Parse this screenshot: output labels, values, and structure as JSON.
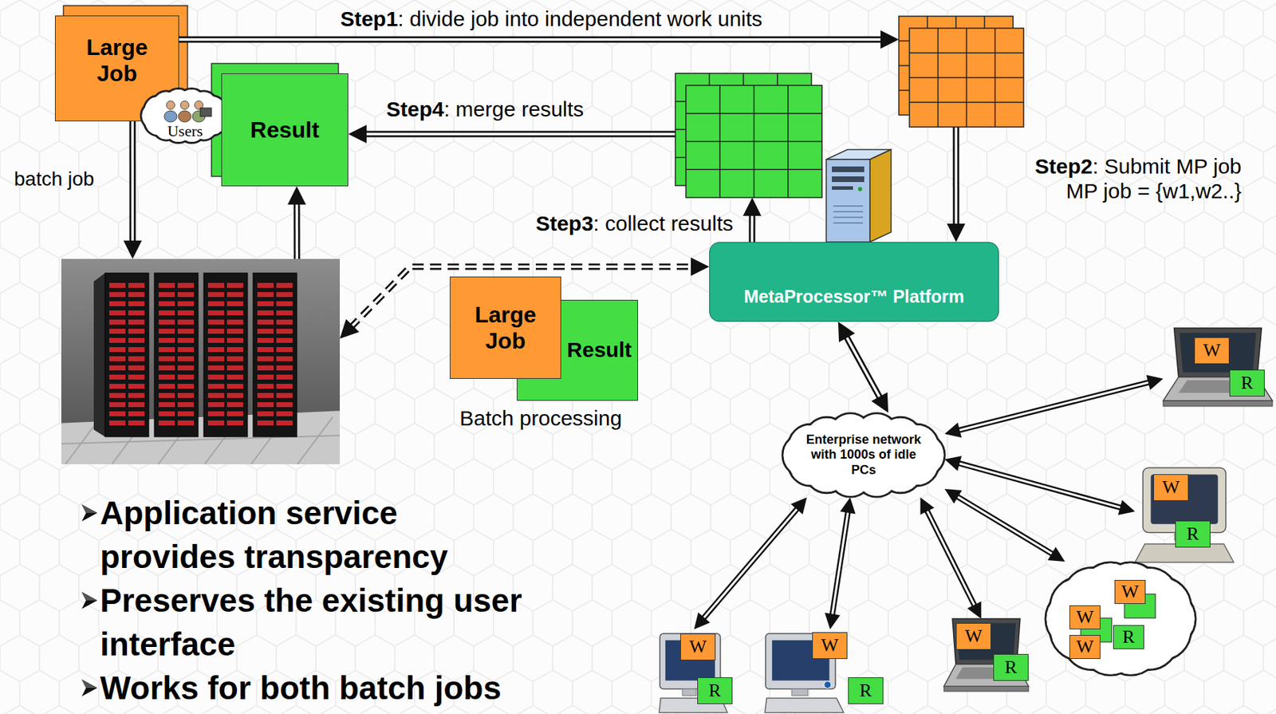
{
  "diagram": {
    "nodes": [
      {
        "text": [
          "Large Job"
        ]
      },
      {
        "text": [
          "Users"
        ]
      },
      {
        "text": [
          "Result"
        ]
      },
      {
        "text": []
      },
      {
        "text": []
      },
      {
        "text": []
      },
      {
        "text": [
          "MetaProcessor™ Platform"
        ]
      },
      {
        "text": [
          "Large Job"
        ]
      },
      {
        "text": [
          "Result"
        ]
      },
      {
        "text": [
          "Enterprise network with 1000s of idle PCs"
        ]
      },
      {
        "text": []
      },
      {
        "text": [
          "W"
        ],
        "in": 10
      },
      {
        "text": [
          "R"
        ],
        "in": 10
      },
      {
        "text": []
      },
      {
        "text": [
          "W"
        ],
        "in": 13
      },
      {
        "text": [
          "R"
        ],
        "in": 13
      },
      {
        "text": []
      },
      {
        "text": [
          "W"
        ],
        "in": 16
      },
      {
        "text": [
          "R"
        ],
        "in": 16
      },
      {
        "text": []
      },
      {
        "text": [
          "W"
        ],
        "in": 19
      },
      {
        "text": [
          "R"
        ],
        "in": 19
      },
      {
        "text": []
      },
      {
        "text": [
          "W"
        ],
        "in": 22
      },
      {
        "text": [
          "R"
        ],
        "in": 22
      },
      {
        "text": []
      },
      {
        "text": [
          "W"
        ],
        "in": 25
      },
      {
        "text": [
          "W"
        ],
        "in": 25
      },
      {
        "text": [
          "W"
        ],
        "in": 25
      },
      {
        "text": [
          "R"
        ],
        "in": 25
      }
    ],
    "edges": [
      {
        "from": 0,
        "to": 3,
        "label": "Step1: divide job into independent work units",
        "arrow": "to"
      },
      {
        "from": 3,
        "to": 6,
        "label": "Step2: Submit MP job MP job = {w1,w2..}",
        "arrow": "to"
      },
      {
        "from": 6,
        "to": 4,
        "label": "Step3: collect results",
        "arrow": "to"
      },
      {
        "from": 4,
        "to": 2,
        "label": "Step4: merge results",
        "arrow": "to"
      },
      {
        "from": 0,
        "to": 5,
        "label": "batch job",
        "arrow": "to"
      },
      {
        "from": 5,
        "to": 2,
        "arrow": "to"
      },
      {
        "from": 5,
        "to": 6,
        "arrow": "both"
      },
      {
        "from": 6,
        "to": 9,
        "arrow": "both"
      },
      {
        "from": 9,
        "to": 10,
        "arrow": "both"
      },
      {
        "from": 9,
        "to": 13,
        "arrow": "both"
      },
      {
        "from": 9,
        "to": 16,
        "arrow": "both"
      },
      {
        "from": 9,
        "to": 19,
        "arrow": "both"
      },
      {
        "from": 9,
        "to": 22,
        "arrow": "both"
      },
      {
        "from": 9,
        "to": 25,
        "arrow": "both"
      }
    ],
    "labels": [
      "Batch processing",
      "Application service provides transparency",
      "Preserves the existing user interface",
      "Works for both batch jobs"
    ]
  }
}
